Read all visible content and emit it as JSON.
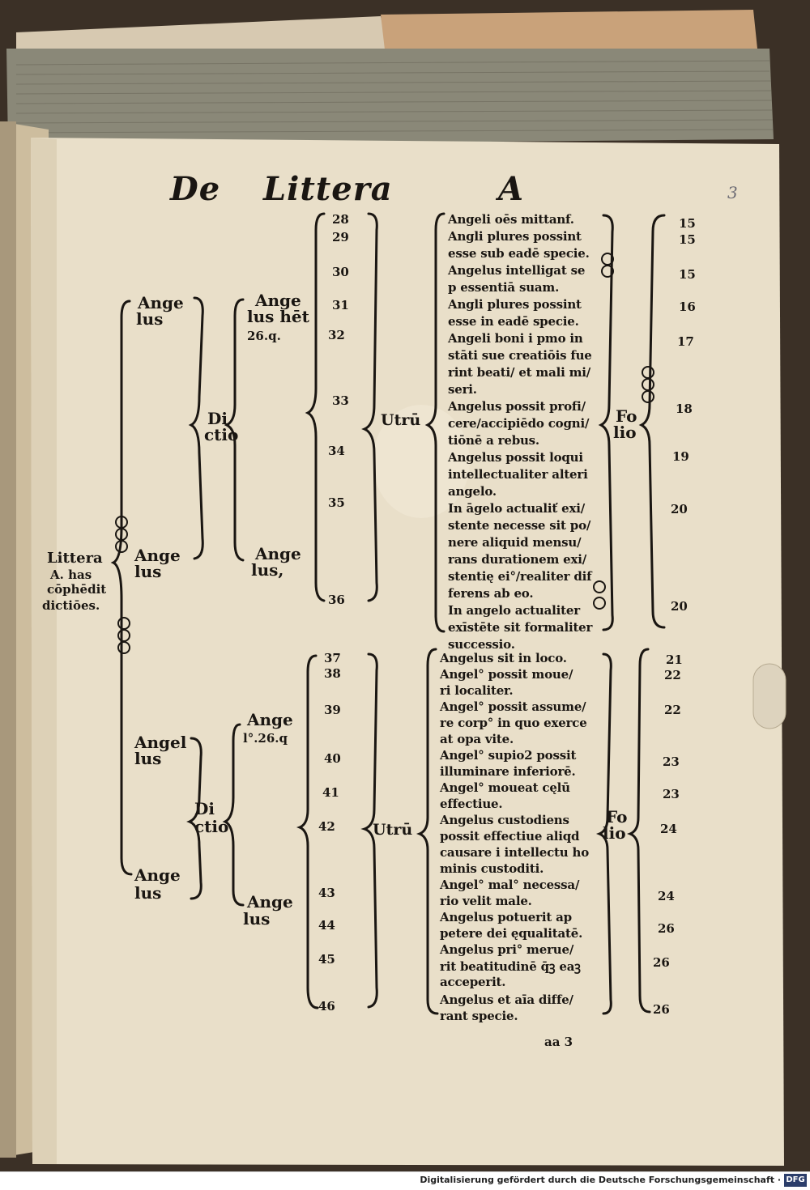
{
  "page": {
    "heading": [
      "De",
      "Littera",
      "A"
    ],
    "corner_number": "3",
    "signature": "aa 3",
    "credit": "Digitalisierung gefördert durch die Deutsche Forschungsgemeinschaft ·",
    "credit_logo": "DFG"
  },
  "left": {
    "root_label": [
      "Littera",
      "A. has",
      "cōphēdit",
      "dictiōes."
    ],
    "upper_angelus": [
      "Ange",
      "lus"
    ],
    "upper_dictio": [
      "Di",
      "ctio"
    ],
    "upper_angelus_low": [
      "Ange",
      "lus"
    ],
    "lower_angelus": [
      "Angel",
      "lus"
    ],
    "lower_dictio": [
      "Di",
      "ctio"
    ],
    "lower_angelus_low": [
      "Ange",
      "lus"
    ]
  },
  "middle": {
    "upper_angelus_het": [
      "Ange",
      "lus hēt",
      "26.q."
    ],
    "upper_angelus_low": [
      "Ange",
      "lus,"
    ],
    "lower_angelus_l": [
      "Ange",
      "l°.26.q"
    ],
    "lower_angelus_low": [
      "Ange",
      "lus"
    ]
  },
  "upper_numbers": [
    "28",
    "29",
    "30",
    "31",
    "32",
    "33",
    "34",
    "35",
    "36"
  ],
  "lower_numbers": [
    "37",
    "38",
    "39",
    "40",
    "41",
    "42",
    "43",
    "44",
    "45",
    "46"
  ],
  "utrum_upper": "Utrū",
  "utrum_lower": "Utrū",
  "folio_upper": [
    "Fo",
    "lio"
  ],
  "folio_lower": [
    "Fo",
    "lio"
  ],
  "upper_questions": [
    "Angeli oēs mittanf.",
    "Angli plures possint",
    "esse sub eadē specie.",
    "Angelus intelligat se",
    "p essentiā suam.",
    "Angli plures possint",
    "esse in eadē specie.",
    "Angeli boni i pmo in",
    "stāti sue creatiōis fue",
    "rint beati/ et mali mi/",
    "seri.",
    "Angelus possit profi/",
    "cere/accipiēdo cogni/",
    "tiōnē a rebus.",
    "Angelus possit loqui",
    "intellectualiter alteri",
    "angelo.",
    "In āgelo actualiť exi/",
    "stente necesse sit po/",
    "nere aliquid mensu/",
    "rans durationem exi/",
    "stentię ei°/realiter dif",
    "ferens ab eo.",
    "In angelo actualiter",
    "exīstēte sit formaliter",
    "successio."
  ],
  "lower_questions": [
    "Angelus sit in loco.",
    "Angel° possit moue/",
    "ri localiter.",
    "Angel° possit assume/",
    "re corp° in quo exerce",
    "at opa vite.",
    "Angel° supio2 possit",
    "illuminare inferiorē.",
    "Angel° moueat cęlū",
    "effectiue.",
    "Angelus custodiens",
    "possit effectiue aliqd",
    "causare i intellectu ho",
    "minis custoditi.",
    "Angel° mal° necessa/",
    "rio velit male.",
    "Angelus potuerit ap",
    "petere dei ęqualitatē.",
    "Angelus pri° merue/",
    "rit beatitudinē q̄ꝫ eaꝫ",
    "acceperit.",
    "Angelus et aīa diffe/",
    "rant specie."
  ],
  "upper_folios": [
    "15",
    "15",
    "15",
    "16",
    "17",
    "18",
    "19",
    "20",
    "20"
  ],
  "lower_folios": [
    "21",
    "22",
    "22",
    "23",
    "23",
    "24",
    "24",
    "26",
    "26",
    "26"
  ]
}
